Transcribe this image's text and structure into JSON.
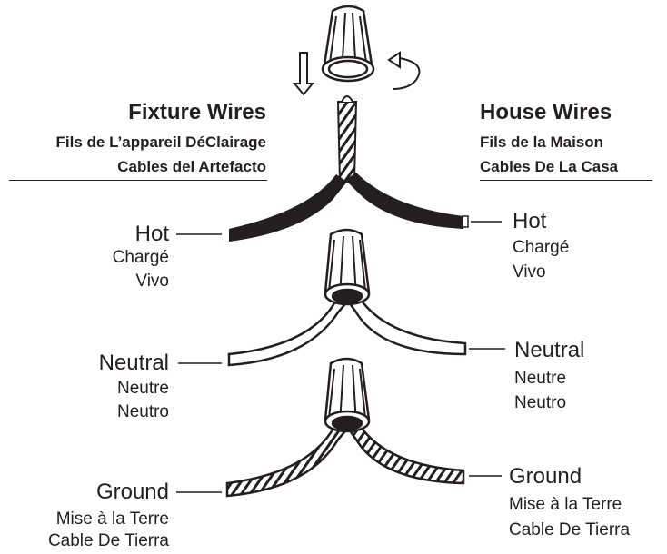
{
  "left": {
    "heading": "Fixture Wires",
    "sub_fr": "Fils de L’appareil DéClairage",
    "sub_es": "Cables del Artefacto"
  },
  "right": {
    "heading": "House Wires",
    "sub_fr": "Fils de la Maison",
    "sub_es": "Cables De La Casa"
  },
  "hot": {
    "en": "Hot",
    "fr": "Chargé",
    "es": "Vivo"
  },
  "neutral": {
    "en": "Neutral",
    "fr": "Neutre",
    "es": "Neutro"
  },
  "ground": {
    "en": "Ground",
    "fr": "Mise à la Terre",
    "es": "Cable De Tierra"
  },
  "icons": [
    "wire-nut-icon",
    "down-arrow-icon",
    "rotate-arrow-icon"
  ],
  "colors": {
    "ink": "#231f20",
    "hot_wire": "#231f20",
    "neutral_wire": "#ffffff"
  }
}
